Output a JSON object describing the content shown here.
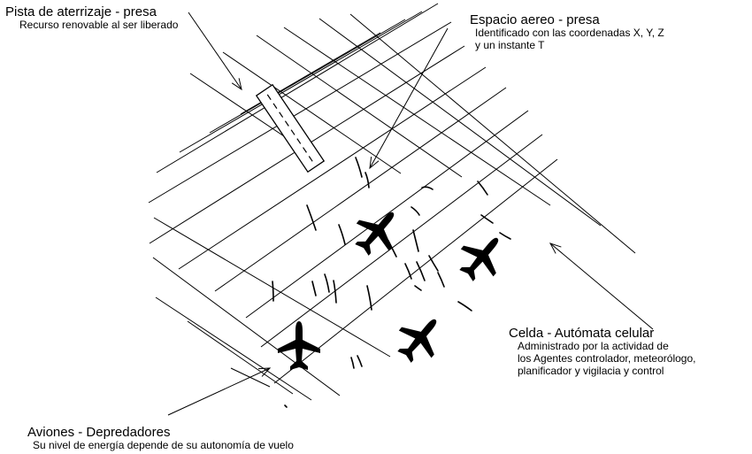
{
  "labels": {
    "runway": {
      "title": "Pista de aterrizaje - presa",
      "desc": [
        "Recurso renovable al ser liberado"
      ]
    },
    "airspace": {
      "title": "Espacio aereo - presa",
      "desc": [
        "Identificado con las coordenadas X, Y, Z",
        "y un instante T"
      ]
    },
    "cell": {
      "title": "Celda - Autómata celular",
      "desc": [
        "Administrado por la actividad de",
        "los Agentes controlador, meteorólogo,",
        "planificador y vigilacia y control"
      ]
    },
    "planes": {
      "title": "Aviones - Depredadores",
      "desc": [
        "Su nivel de energía depende de su autonomía de vuelo"
      ]
    }
  },
  "icons": {
    "airplane": "airplane-icon",
    "weather": "weather-stroke-icon",
    "arrow": "arrow-pointer-icon"
  },
  "colors": {
    "line": "#000000",
    "background": "#ffffff"
  }
}
